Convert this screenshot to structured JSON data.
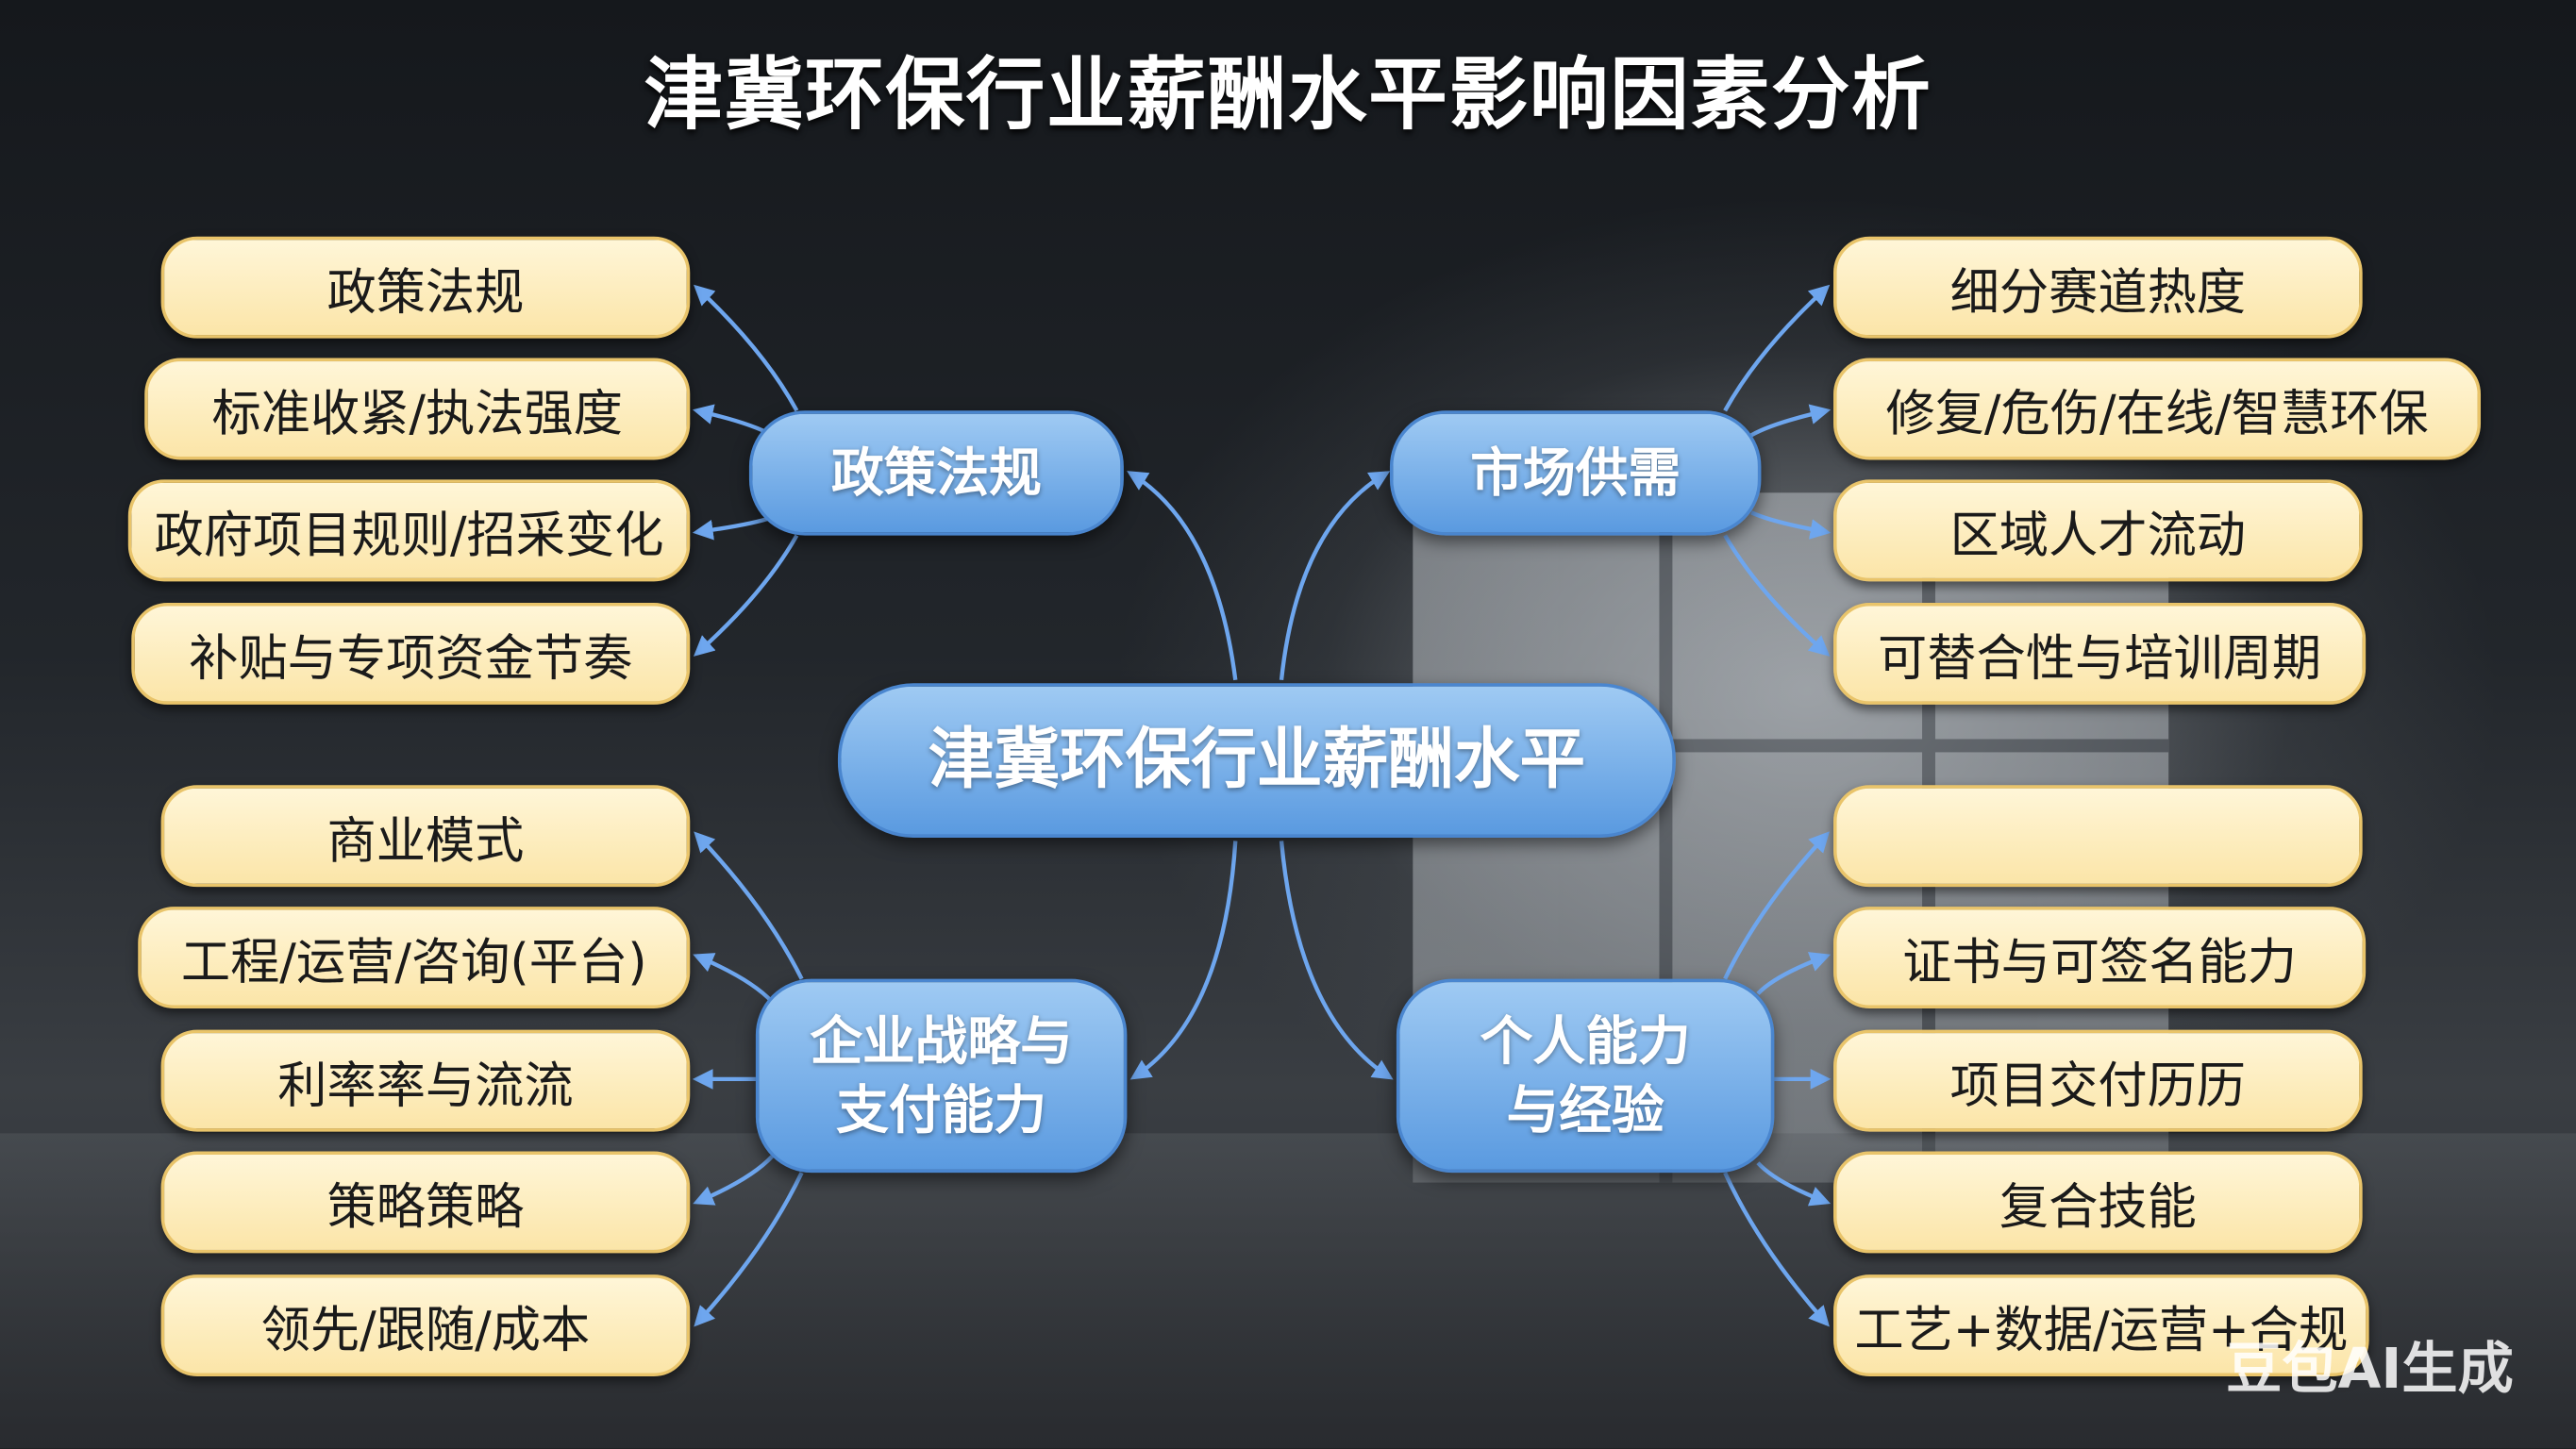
{
  "title": "津冀环保行业薪酬水平影响因素分析",
  "center": "津冀环保行业薪酬水平",
  "hubs": {
    "policy": "政策法规",
    "market": "市场供需",
    "enterprise": [
      "企业战略与",
      "支付能力"
    ],
    "personal": [
      "个人能力",
      "与经验"
    ]
  },
  "leaves": {
    "policy": [
      "政策法规",
      "标准收紧/执法强度",
      "政府项目规则/招采变化",
      "补贴与专项资金节奏"
    ],
    "market": [
      "细分赛道热度",
      "修复/危伤/在线/智慧环保",
      "区域人才流动",
      "可替合性与培训周期"
    ],
    "enterprise": [
      "商业模式",
      "工程/运营/咨询(平台)",
      "利率率与流流",
      "策略策略",
      "领先/跟随/成本"
    ],
    "personal": [
      "",
      "证书与可签名能力",
      "项目交付历历",
      "复合技能",
      "工艺+数据/运营+合规"
    ]
  },
  "watermark": "豆包AI生成",
  "colors": {
    "leaf": "#fbe5a8",
    "hub": "#5a9ae0",
    "arrow": "#6ea6ee"
  }
}
